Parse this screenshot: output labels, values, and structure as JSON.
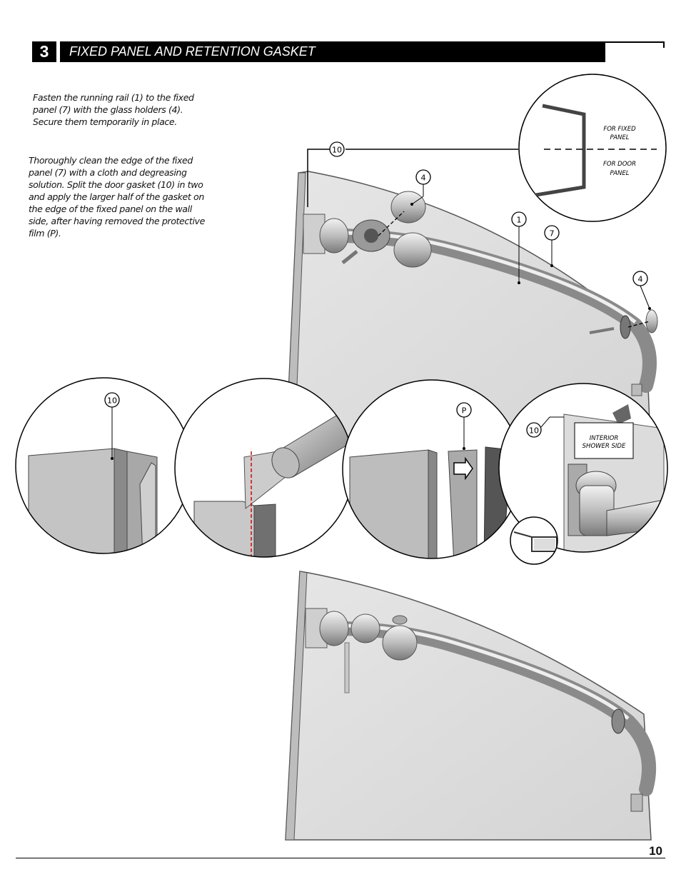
{
  "header": {
    "step_number": "3",
    "title": "FIXED PANEL AND RETENTION GASKET"
  },
  "instructions": {
    "step_a": "Fasten the running rail (1) to the fixed panel (7) with the glass holders (4). Secure them temporarily in place.",
    "step_b": "Thoroughly clean the edge of the fixed panel (7) with a cloth and degreasing solution. Split the door gasket (10) in two and apply the larger half of the gasket on the edge of the fixed panel on the wall side, after having removed the protective film (P)."
  },
  "callouts": {
    "gasket": "10",
    "glass_holder": "4",
    "running_rail": "1",
    "fixed_panel": "7",
    "protective_film": "P"
  },
  "detail_labels": {
    "for_fixed_panel_line1": "FOR FIXED",
    "for_fixed_panel_line2": "PANEL",
    "for_door_panel_line1": "FOR DOOR",
    "for_door_panel_line2": "PANEL",
    "interior_line1": "INTERIOR",
    "interior_line2": "SHOWER SIDE"
  },
  "footer": {
    "page_number": "10"
  }
}
